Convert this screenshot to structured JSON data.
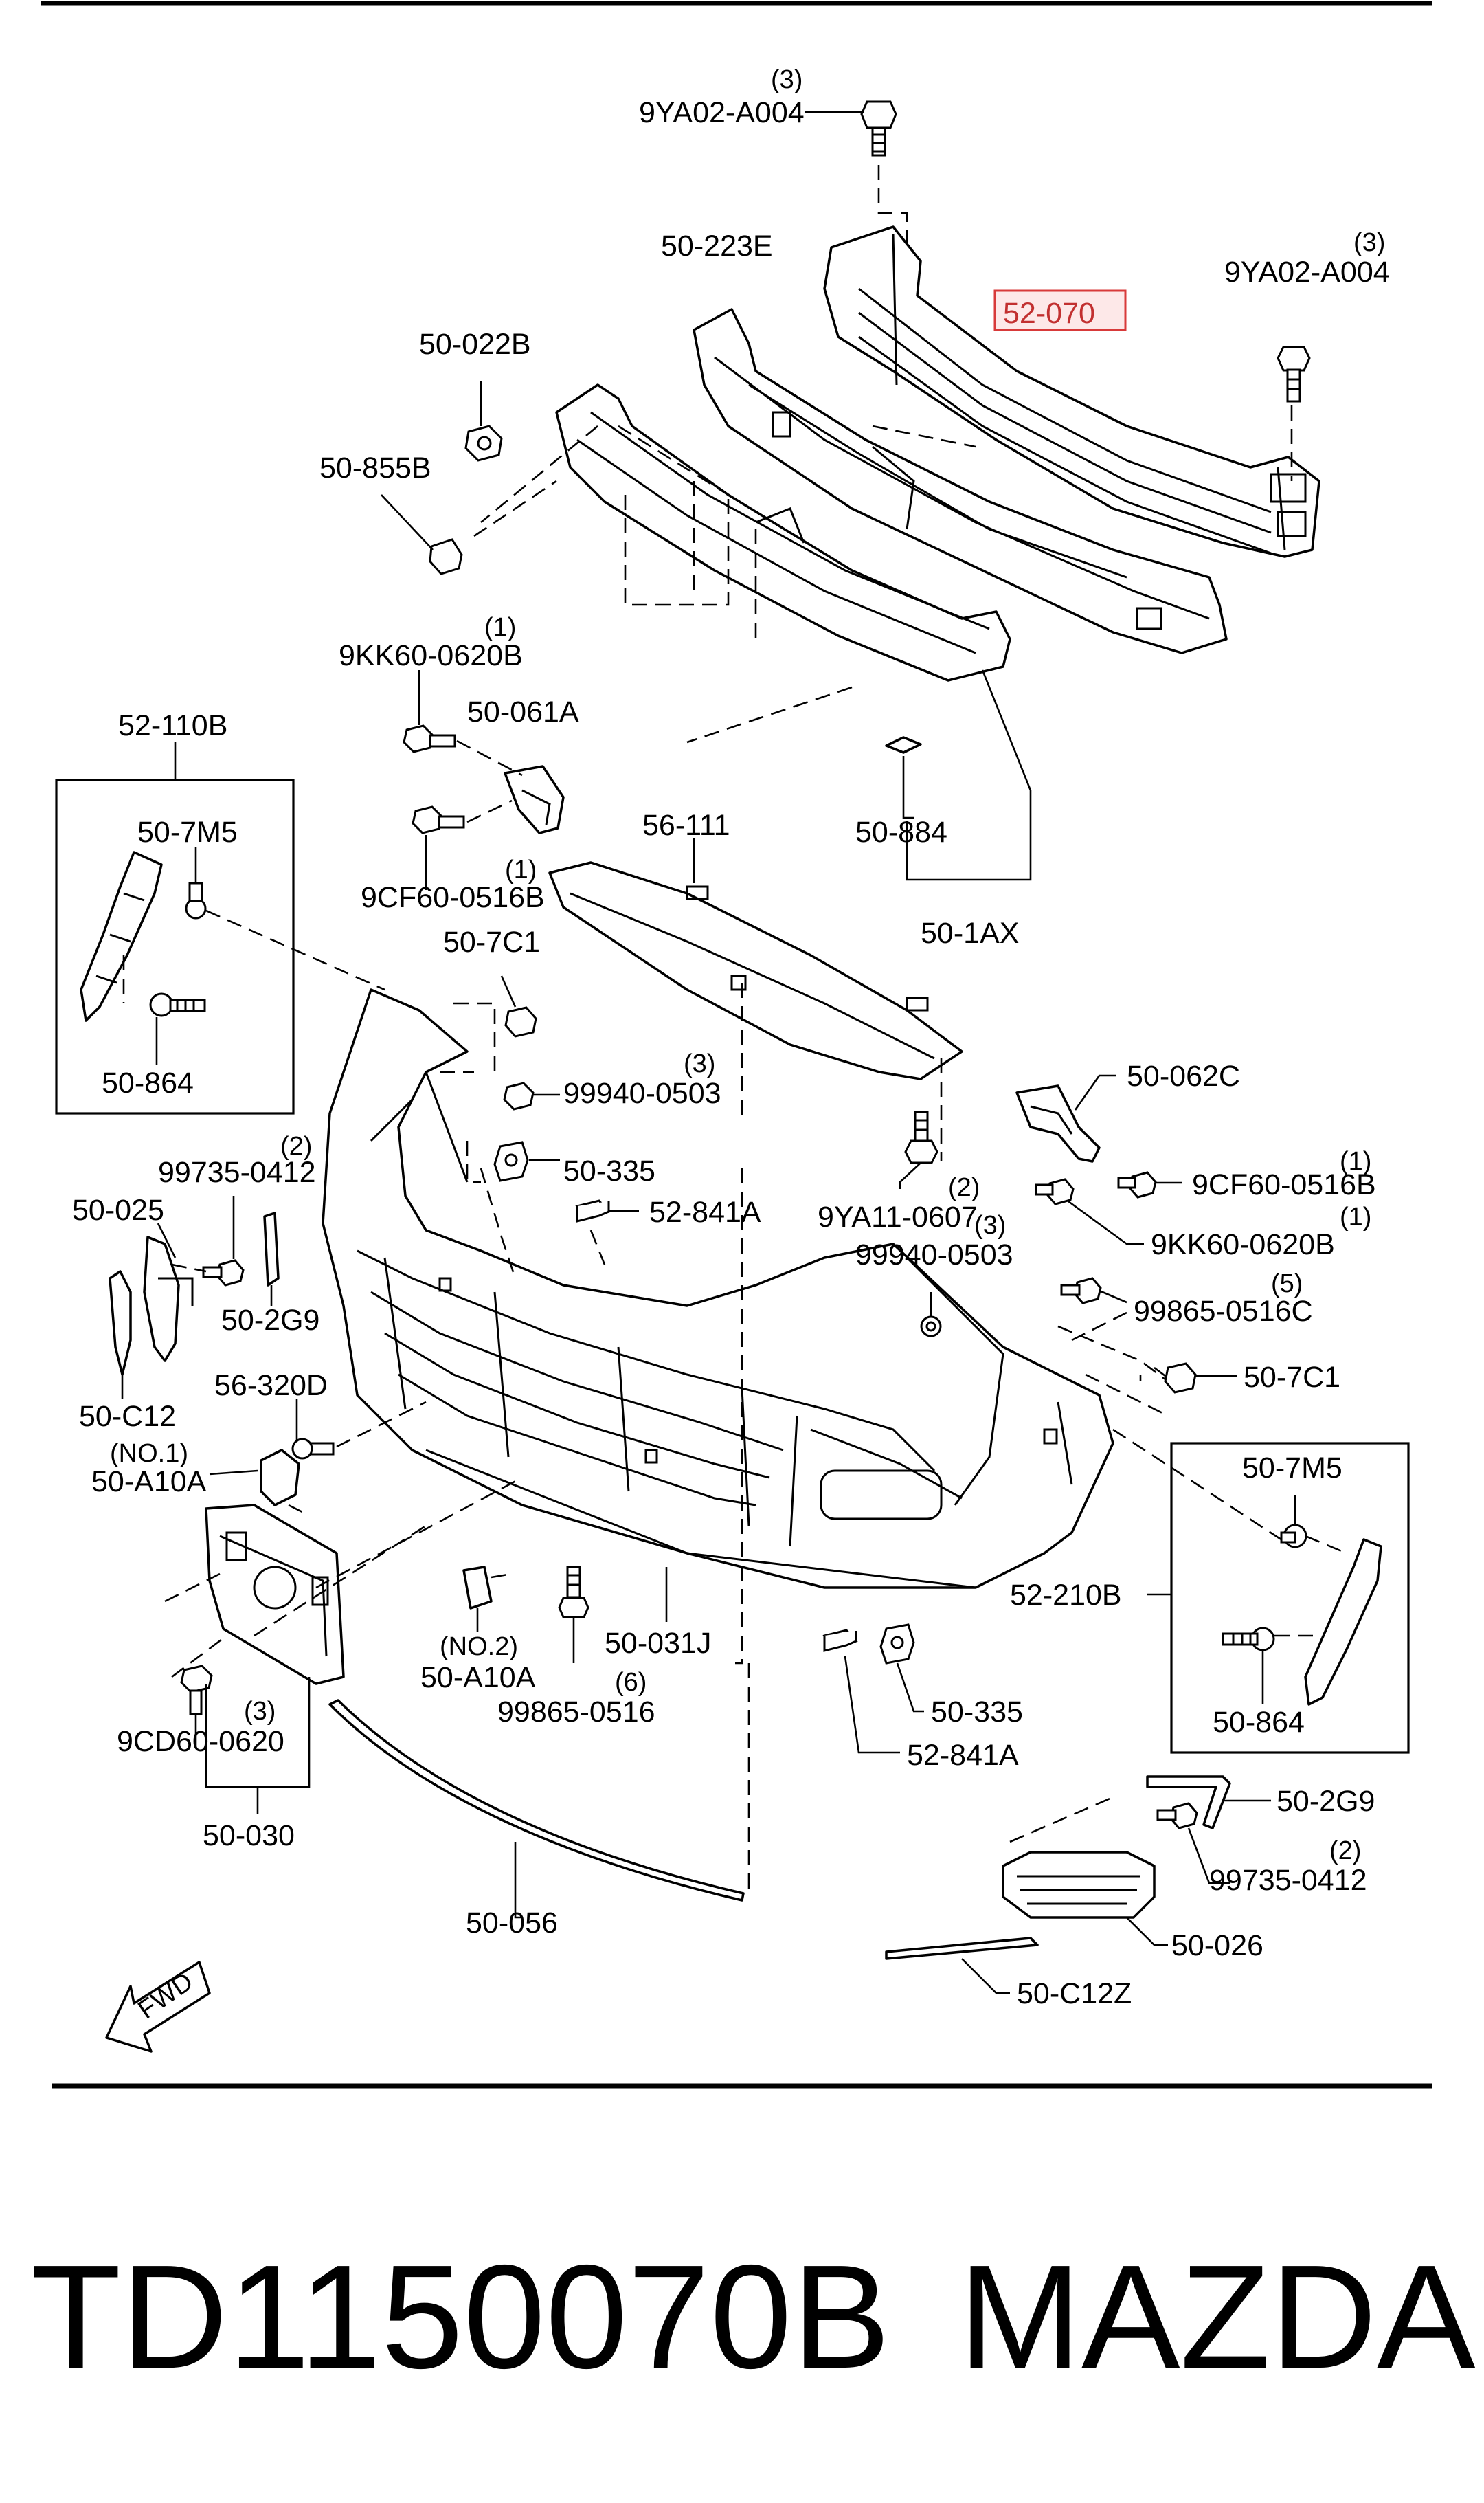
{
  "labels": {
    "top_bolt": "9YA02-A004",
    "top_bolt_qty": "(3)",
    "reinforcement_r": "50-223E",
    "highlight_part": "52-070",
    "right_bolt": "9YA02-A004",
    "right_bolt_qty": "(3)",
    "clip_022b": "50-022B",
    "clip_855b": "50-855B",
    "bolt_9kk_l": "9KK60-0620B",
    "bolt_9kk_l_qty": "(1)",
    "bracket_061a": "50-061A",
    "box_l_title": "52-110B",
    "box_l_7m5": "50-7M5",
    "box_l_864": "50-864",
    "bolt_9cf_l": "9CF60-0516B",
    "bolt_9cf_l_qty": "(1)",
    "guide_111": "56-111",
    "part_884": "50-884",
    "part_1ax": "50-1AX",
    "clip_7c1_l": "50-7C1",
    "screw_99940_l": "99940-0503",
    "screw_99940_l_qty": "(3)",
    "bracket_062c": "50-062C",
    "bolt_9cf_r": "9CF60-0516B",
    "bolt_9cf_r_qty": "(1)",
    "bolt_9kk_r": "9KK60-0620B",
    "bolt_9kk_r_qty": "(1)",
    "screw_99735_l": "99735-0412",
    "screw_99735_l_qty": "(2)",
    "part_025": "50-025",
    "nut_335_l": "50-335",
    "clip_841a_l": "52-841A",
    "bolt_9ya11": "9YA11-0607",
    "bolt_9ya11_qty": "(2)",
    "screw_99940_r": "99940-0503",
    "screw_99940_r_qty": "(3)",
    "part_2g9_l": "50-2G9",
    "screw_99865_r": "99865-0516C",
    "screw_99865_r_qty": "(5)",
    "part_c12": "50-C12",
    "clip_7c1_r": "50-7C1",
    "bracket_320d": "56-320D",
    "no1": "(NO.1)",
    "cap_a10a_l": "50-A10A",
    "box_r_7m5": "50-7M5",
    "box_r_title": "52-210B",
    "box_r_864": "50-864",
    "no2": "(NO.2)",
    "cap_a10a_r": "50-A10A",
    "bumper": "50-031J",
    "screw_99865": "99865-0516",
    "screw_99865_qty": "(6)",
    "nut_335_r": "50-335",
    "clip_841a_r": "52-841A",
    "bolt_9cd": "9CD60-0620",
    "bolt_9cd_qty": "(3)",
    "plate_030": "50-030",
    "part_2g9_r": "50-2G9",
    "screw_99735_r": "99735-0412",
    "screw_99735_r_qty": "(2)",
    "grille_026": "50-026",
    "molding_056": "50-056",
    "part_c12z": "50-C12Z",
    "fwd": "FWD"
  },
  "footer": {
    "part_number": "TD1150070B",
    "brand": "MAZDA"
  },
  "colors": {
    "highlight_box": "#d83a3a",
    "highlight_fill": "#fde8e8",
    "highlight_text": "#c23030"
  }
}
